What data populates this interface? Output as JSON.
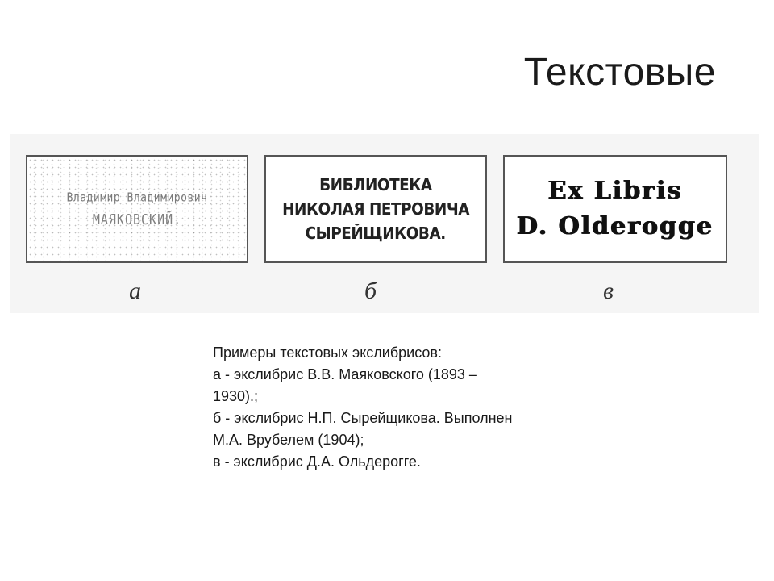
{
  "slide": {
    "title": "Текстовые"
  },
  "figures": {
    "a": {
      "label": "а",
      "line1": "Владимир Владимирович",
      "line2": "МАЯКОВСКИЙ."
    },
    "b": {
      "label": "б",
      "line1": "БИБЛИОТЕКА",
      "line2": "НИКОЛАЯ ПЕТРОВИЧА",
      "line3": "СЫРЕЙЩИКОВА."
    },
    "c": {
      "label": "в",
      "line1": "Ex Libris",
      "line2": "D. Olderogge"
    }
  },
  "caption": {
    "line1": "Примеры текстовых экслибрисов:",
    "line2": "а - экслибрис В.В. Маяковского (1893 –",
    "line3": "1930).;",
    "line4": "б - экслибрис Н.П. Сырейщикова. Выполнен",
    "line5": "М.А. Врубелем (1904);",
    "line6": "в - экслибрис Д.А. Ольдерогге."
  }
}
